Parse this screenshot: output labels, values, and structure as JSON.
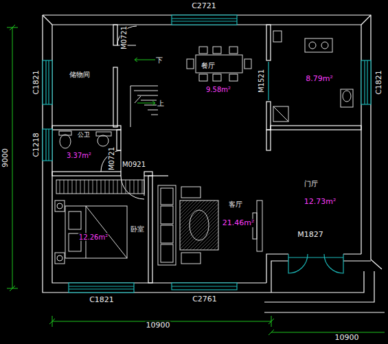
{
  "diagram": {
    "nodes": [
      {
        "text": [
          "储物间"
        ]
      },
      {
        "text": [
          "餐厅",
          "9.58m²"
        ]
      },
      {
        "text": [
          "8.79m²"
        ]
      },
      {
        "text": [
          "公卫",
          "3.37m²"
        ]
      },
      {
        "text": [
          "卧室",
          "12.26m²"
        ]
      },
      {
        "text": [
          "客厅",
          "21.46m²"
        ]
      },
      {
        "text": [
          "门厅",
          "12.73m²"
        ]
      }
    ],
    "labels": [
      "C2721",
      "C1821",
      "C1821",
      "C1218",
      "C1821",
      "C2761",
      "M0721",
      "M0721",
      "M1521",
      "M0921",
      "M1827",
      "下",
      "上",
      "9000",
      "10900",
      "10900"
    ]
  }
}
